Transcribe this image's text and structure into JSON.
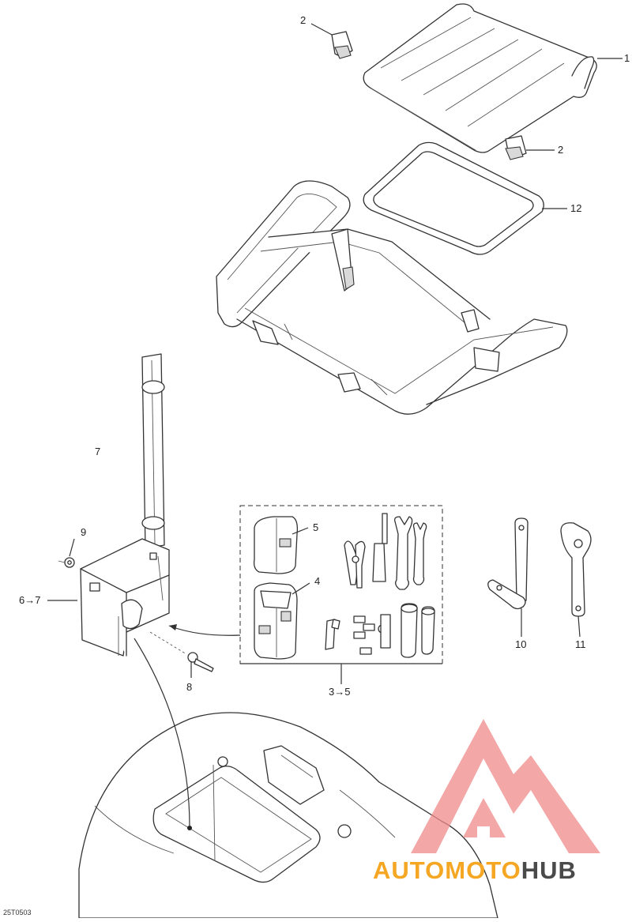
{
  "diagram_id": "25T0503",
  "callouts": {
    "c1": "1",
    "c2a": "2",
    "c2b": "2",
    "c12": "12",
    "c7": "7",
    "c9": "9",
    "c6_7": "6→7",
    "c5": "5",
    "c4": "4",
    "c8": "8",
    "c3_5": "3→5",
    "c10": "10",
    "c11": "11"
  },
  "watermark": {
    "brand_a": "AUTOMOTO",
    "brand_b": "HUB",
    "color_a": "#f5a623",
    "color_b": "#4a4a4a",
    "logo_color": "#f08a8a"
  }
}
